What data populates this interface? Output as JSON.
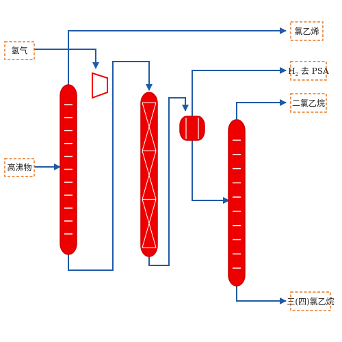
{
  "colors": {
    "flow_line": "#1f5aa6",
    "vessel_fill": "#ee0000",
    "vessel_edge": "#cc0000",
    "label_border": "#e87722",
    "tray_line": "#ffffff"
  },
  "streams": {
    "hydrogen_in": "氢气",
    "high_boilers_in": "高沸物",
    "vinyl_chloride_out": "氯乙烯",
    "h2_to_psa_prefix": "H",
    "h2_subscript": "2",
    "h2_to_psa_suffix": " 去 PSA",
    "dichloroethane_out": "二氯乙烷",
    "tri_tetra_chloroethane_out": "三(四)氯乙烷"
  },
  "equipment": [
    {
      "id": "column-1",
      "type": "tray-column",
      "trays": 11
    },
    {
      "id": "compressor",
      "type": "compressor"
    },
    {
      "id": "reactor",
      "type": "packed-reactor",
      "beds": 3
    },
    {
      "id": "separator",
      "type": "flash-drum"
    },
    {
      "id": "column-2",
      "type": "tray-column",
      "trays": 10
    }
  ]
}
